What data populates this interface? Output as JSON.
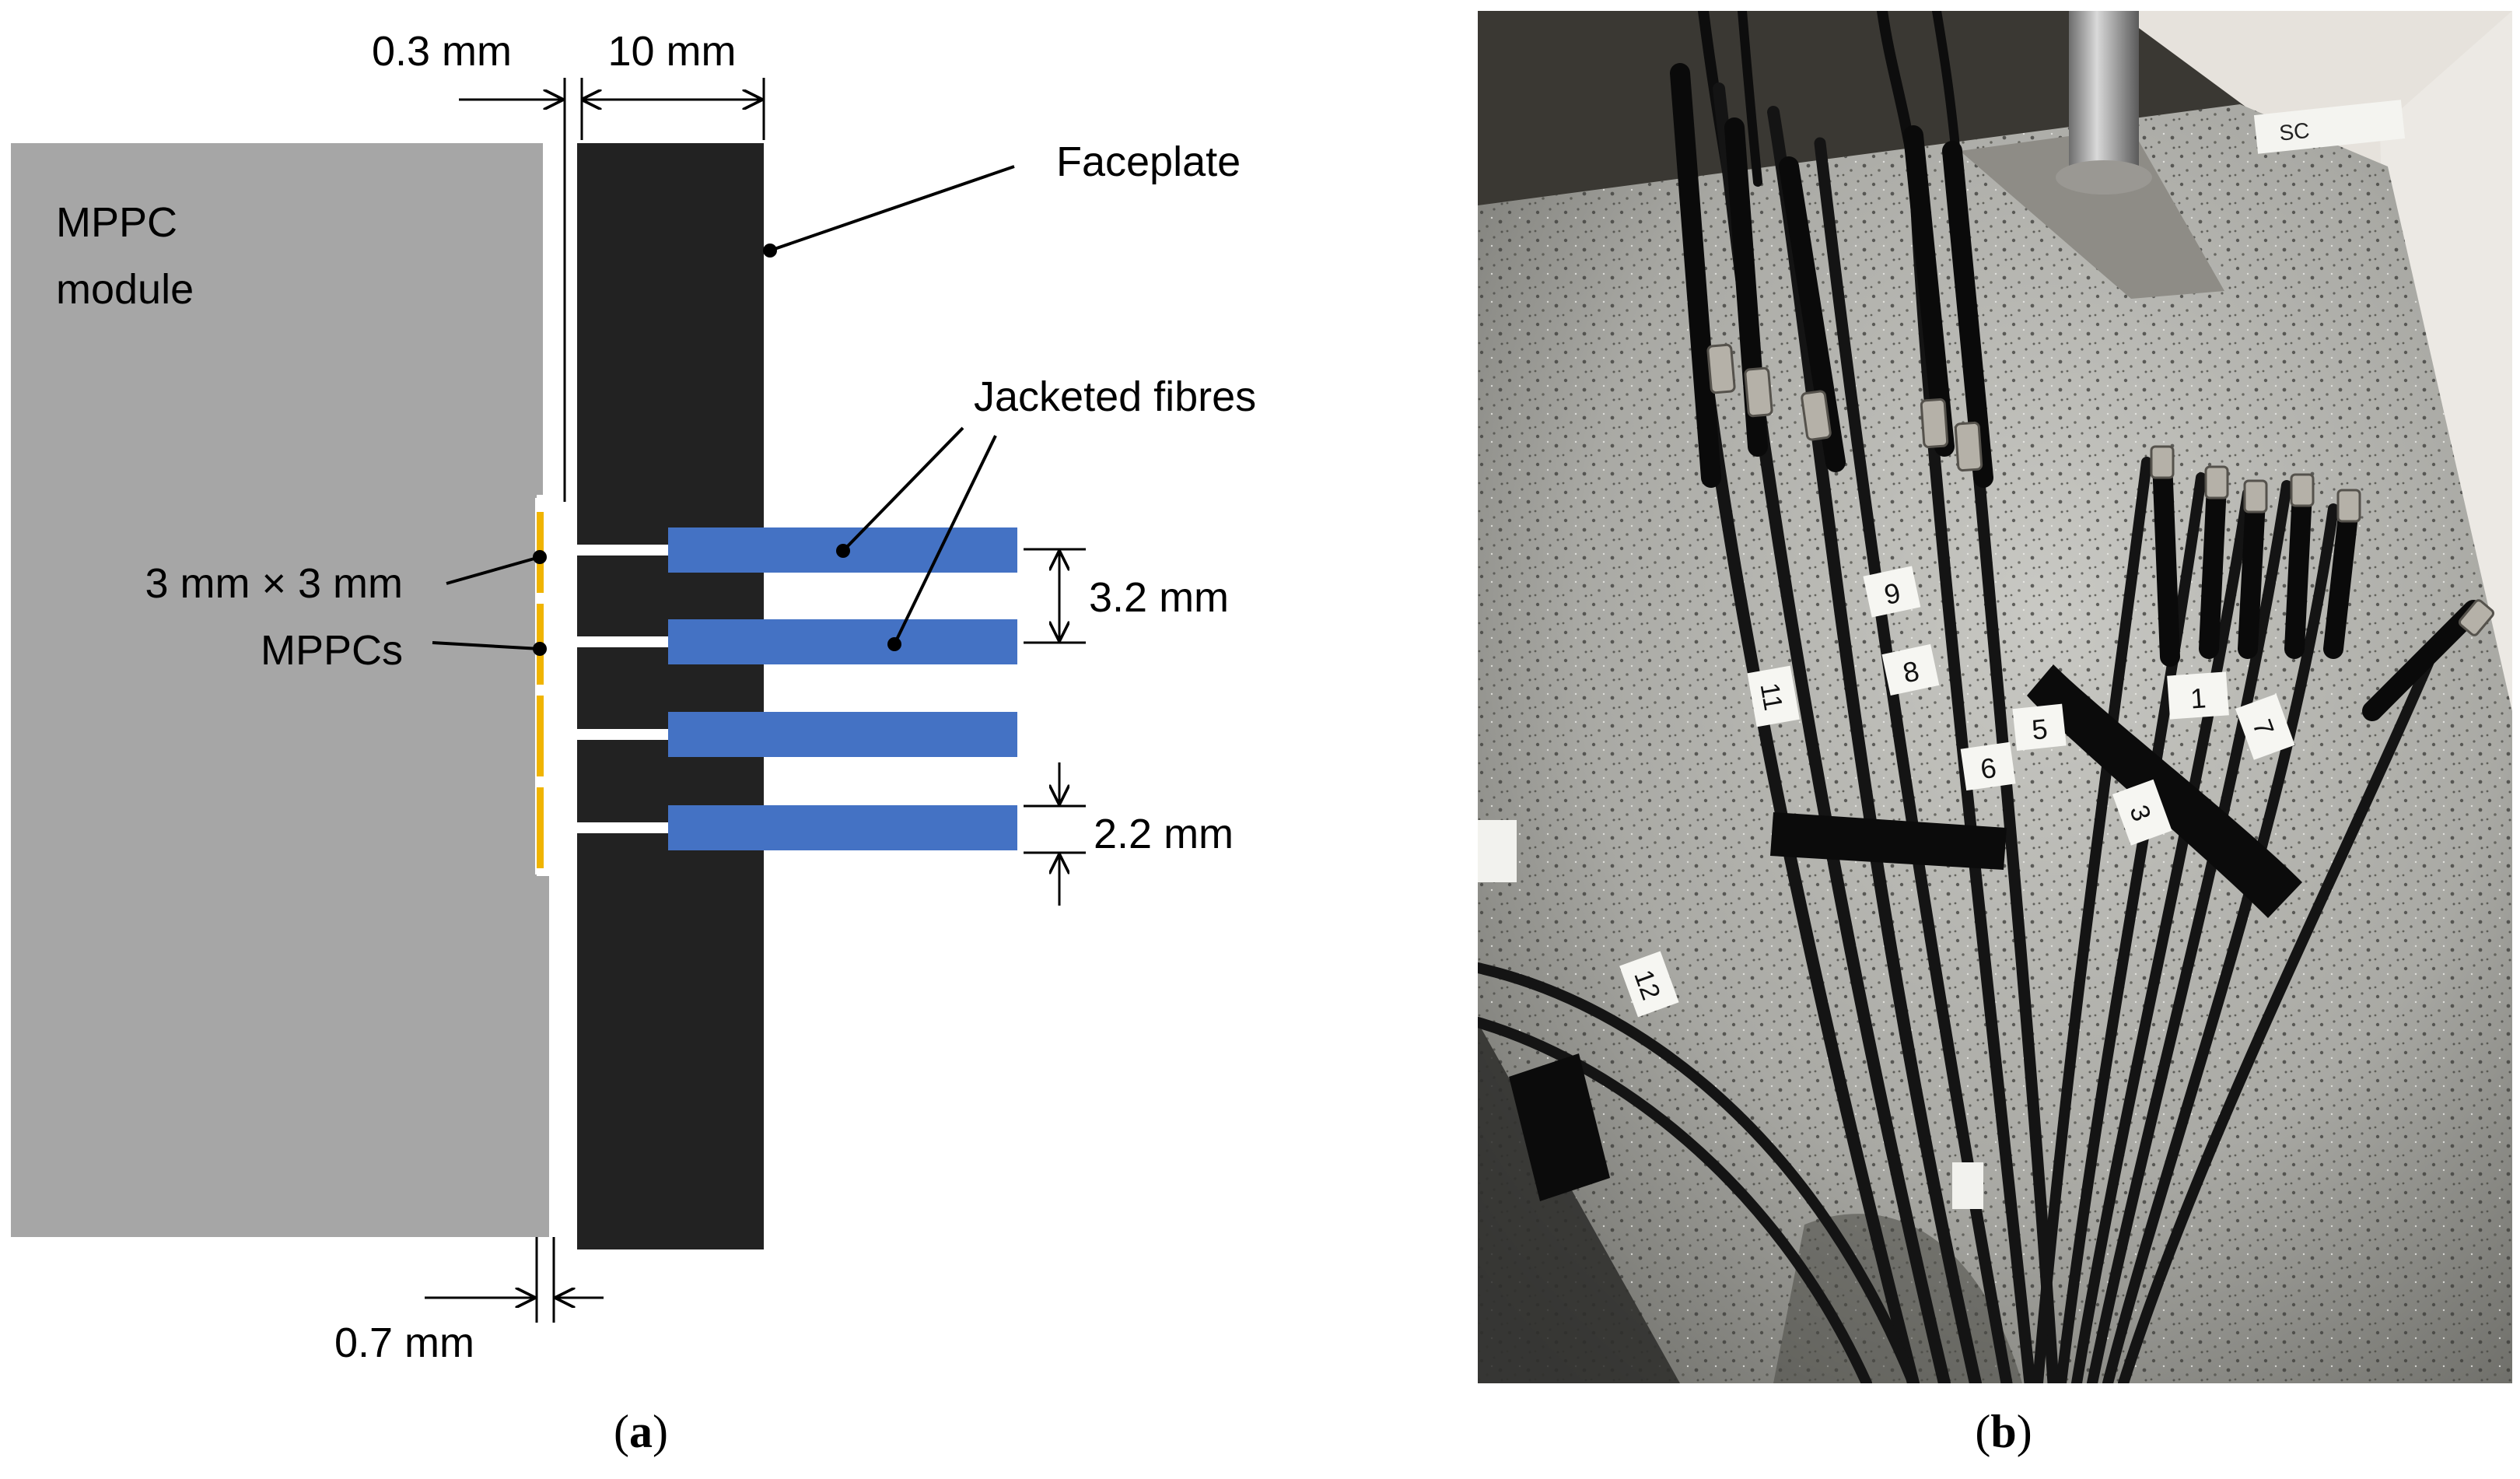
{
  "panel_a": {
    "labels": {
      "dim_gap": "0.3 mm",
      "dim_faceplate": "10 mm",
      "module_line1": "MPPC",
      "module_line2": "module",
      "faceplate": "Faceplate",
      "jacketed_fibres": "Jacketed fibres",
      "mppc_size": "3 mm × 3 mm",
      "mppcs": "MPPCs",
      "dim_pitch": "3.2 mm",
      "dim_width": "2.2 mm",
      "dim_offset": "0.7 mm"
    },
    "caption_open": "(",
    "caption_letter": "a",
    "caption_close": ")",
    "colors": {
      "module": "#a6a6a6",
      "faceplate": "#222222",
      "fibre": "#4472c4",
      "mppc": "#f0b400"
    }
  },
  "panel_b": {
    "caption_open": "(",
    "caption_letter": "b",
    "caption_close": ")",
    "tags": [
      "9",
      "8",
      "11",
      "5",
      "6",
      "1",
      "7",
      "3",
      "12",
      "SC"
    ]
  }
}
